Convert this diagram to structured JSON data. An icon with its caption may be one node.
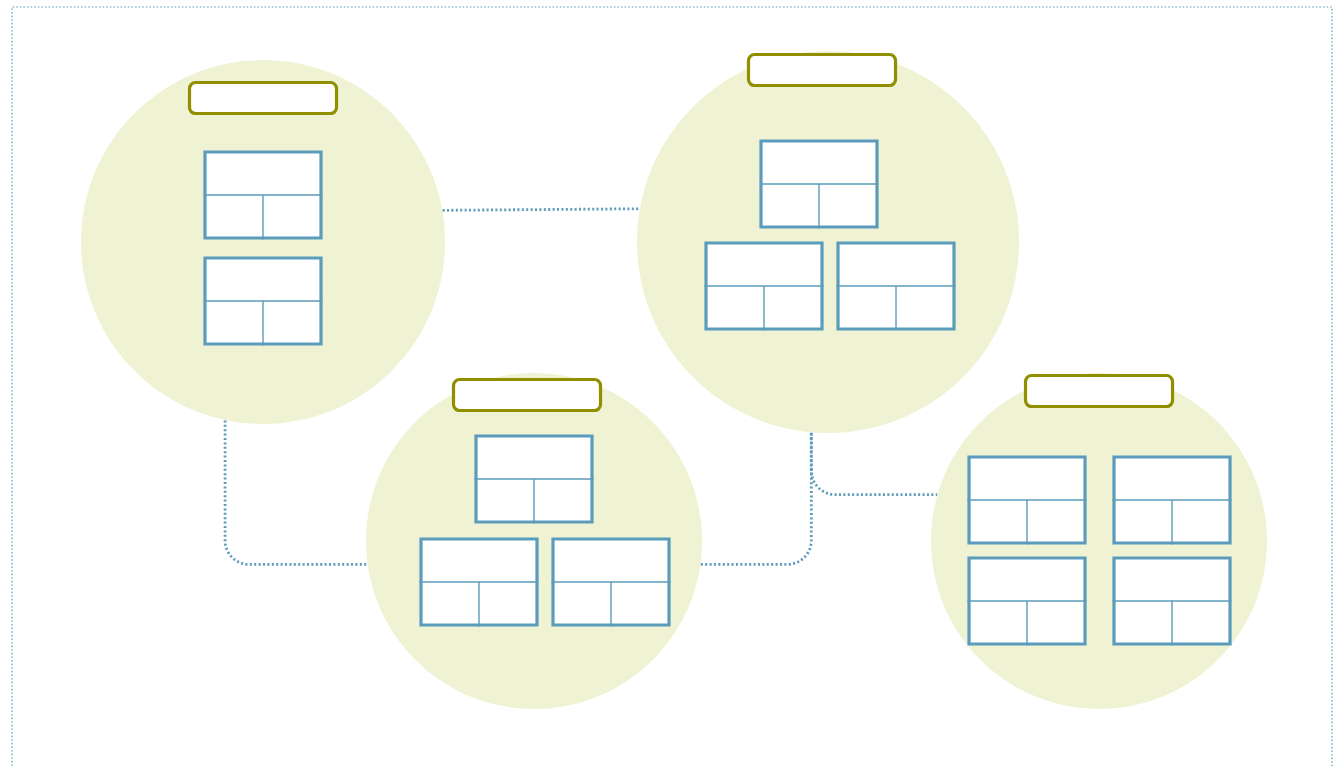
{
  "diagram": {
    "nodes": [
      {
        "text": [],
        "shape": "circle"
      },
      {
        "text": [],
        "shape": "box",
        "in": 0
      },
      {
        "text": [],
        "shape": "table",
        "in": 0
      },
      {
        "text": [],
        "shape": "table",
        "in": 0
      },
      {
        "text": [],
        "shape": "circle"
      },
      {
        "text": [],
        "shape": "box",
        "in": 4
      },
      {
        "text": [],
        "shape": "table",
        "in": 4
      },
      {
        "text": [],
        "shape": "table",
        "in": 4
      },
      {
        "text": [],
        "shape": "table",
        "in": 4
      },
      {
        "text": [],
        "shape": "circle"
      },
      {
        "text": [],
        "shape": "box",
        "in": 9
      },
      {
        "text": [],
        "shape": "table",
        "in": 9
      },
      {
        "text": [],
        "shape": "table",
        "in": 9
      },
      {
        "text": [],
        "shape": "table",
        "in": 9
      },
      {
        "text": [],
        "shape": "circle"
      },
      {
        "text": [],
        "shape": "box",
        "in": 14
      },
      {
        "text": [],
        "shape": "table",
        "in": 14
      },
      {
        "text": [],
        "shape": "table",
        "in": 14
      },
      {
        "text": [],
        "shape": "table",
        "in": 14
      },
      {
        "text": [],
        "shape": "table",
        "in": 14
      }
    ],
    "edges": [
      {
        "from": 0,
        "to": 4,
        "arrow": "none",
        "style": "dashed"
      },
      {
        "from": 0,
        "to": 9,
        "arrow": "none",
        "style": "dashed"
      },
      {
        "from": 9,
        "to": 4,
        "arrow": "none",
        "style": "dashed"
      },
      {
        "from": 4,
        "to": 14,
        "arrow": "none",
        "style": "dashed"
      }
    ]
  }
}
